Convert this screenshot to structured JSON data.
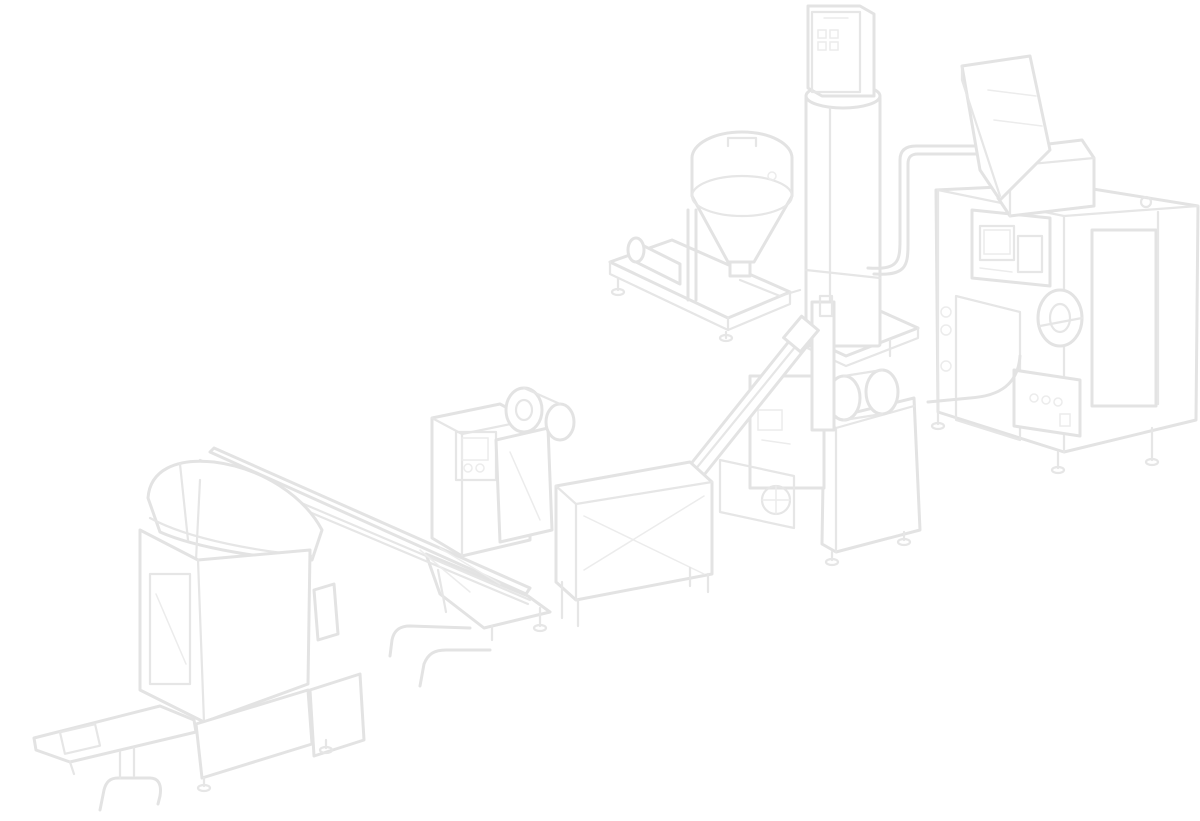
{
  "illustration": {
    "style": "light-gray-line-art",
    "background": "#ffffff",
    "stroke_color": "#e3e3e3",
    "machines": [
      "packaging-machine",
      "inclined-conveyor",
      "control-station",
      "feed-hopper",
      "screw-elevator",
      "extruder-unit",
      "drying-tower",
      "mixing-tank",
      "forming-machine"
    ]
  }
}
